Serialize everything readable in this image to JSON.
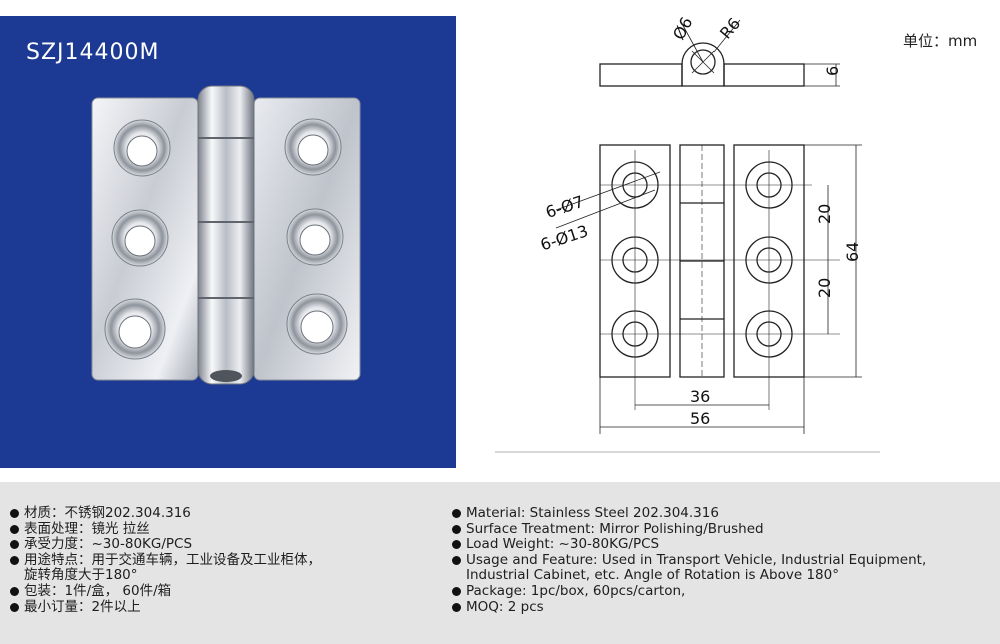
{
  "product": {
    "model_code": "SZJ14400M"
  },
  "drawing": {
    "unit_label": "单位：mm",
    "dims": {
      "pin_diameter": "Ø6",
      "pin_radius": "R6",
      "thickness": "6",
      "hole_small": "6-Ø7",
      "hole_large": "6-Ø13",
      "pitch_top": "20",
      "pitch_bottom": "20",
      "height": "64",
      "hole_span": "36",
      "width": "56"
    }
  },
  "specs_cn": [
    {
      "text": "材质：不锈钢202.304.316"
    },
    {
      "text": "表面处理：镜光 拉丝"
    },
    {
      "text": "承受力度：~30-80KG/PCS"
    },
    {
      "text": "用途特点：用于交通车辆，工业设备及工业柜体，",
      "cont": "旋转角度大于180°"
    },
    {
      "text": "包装：1件/盒，  60件/箱"
    },
    {
      "text": "最小订量：2件以上"
    }
  ],
  "specs_en": [
    {
      "text": "Material: Stainless Steel 202.304.316"
    },
    {
      "text": "Surface Treatment: Mirror Polishing/Brushed"
    },
    {
      "text": "Load Weight: ~30-80KG/PCS"
    },
    {
      "text": "Usage and Feature: Used in Transport Vehicle, Industrial Equipment,",
      "cont": "Industrial Cabinet, etc. Angle of Rotation is Above 180°"
    },
    {
      "text": "Package: 1pc/box,  60pcs/carton,"
    },
    {
      "text": "MOQ: 2 pcs"
    }
  ]
}
